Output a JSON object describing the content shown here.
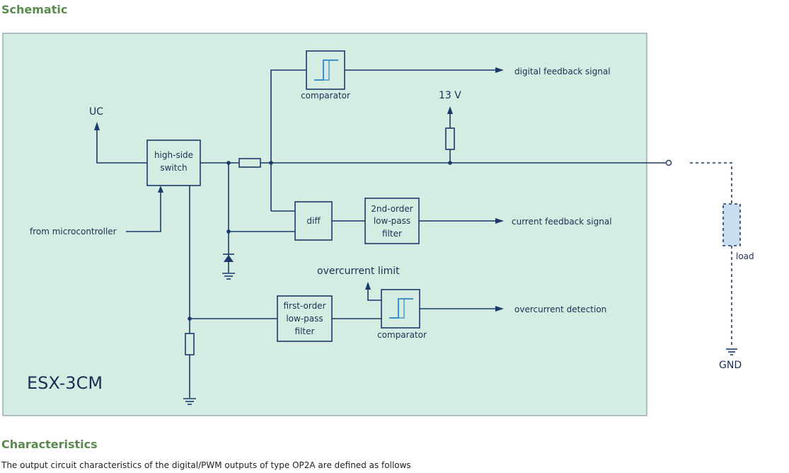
{
  "headings": {
    "schematic": "Schematic",
    "characteristics": "Characteristics"
  },
  "body_text": "The output circuit characteristics of the digital/PWM outputs of type OP2A are defined as follows",
  "diagram": {
    "module_name": "ESX-3CM",
    "blocks": {
      "high_side_switch": [
        "high-side",
        "switch"
      ],
      "comparator_top": "comparator",
      "diff": "diff",
      "lowpass_2nd": [
        "2nd-order",
        "low-pass",
        "filter"
      ],
      "lowpass_1st": [
        "first-order",
        "low-pass",
        "filter"
      ],
      "comparator_bottom": "comparator"
    },
    "labels": {
      "uc": "UC",
      "from_microcontroller": "from microcontroller",
      "v13": "13 V",
      "digital_feedback": "digital feedback signal",
      "current_feedback": "current feedback signal",
      "overcurrent_limit": "overcurrent limit",
      "overcurrent_detection": "overcurrent detection",
      "load": "load",
      "gnd": "GND"
    },
    "colors": {
      "module_fill": "#d5ece2",
      "line": "#1b3a6b",
      "signal": "#2e86c1",
      "heading": "#5a8a4e"
    }
  }
}
